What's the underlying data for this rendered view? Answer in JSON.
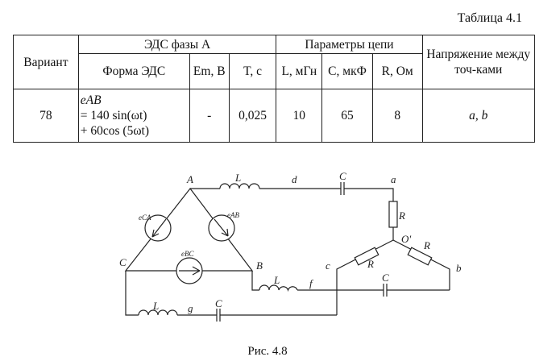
{
  "table_caption": "Таблица 4.1",
  "headers": {
    "variant": "Вариант",
    "emf_group": "ЭДС фазы А",
    "params_group": "Параметры цепи",
    "voltage": "Напряжение между точ-ками",
    "form": "Форма ЭДС",
    "em": "Em, В",
    "t": "T, с",
    "l": "L, мГн",
    "c": "C, мкФ",
    "r": "R, Ом"
  },
  "row": {
    "variant": "78",
    "form_line1": "eAB",
    "form_line2": "= 140 sin(ωt)",
    "form_line3": "+ 60cos (5ωt)",
    "em": "-",
    "t": "0,025",
    "l": "10",
    "c": "65",
    "r": "8",
    "points": "a, b"
  },
  "diagram": {
    "labels": {
      "A": "A",
      "B": "B",
      "C": "C",
      "a": "a",
      "b": "b",
      "c": "c",
      "d": "d",
      "f": "f",
      "g": "g",
      "O": "O'",
      "L": "L",
      "Cap": "C",
      "R": "R",
      "eCA": "eCA",
      "eAB": "eAB",
      "eBC": "eBC"
    }
  },
  "figure_caption": "Рис. 4.8"
}
